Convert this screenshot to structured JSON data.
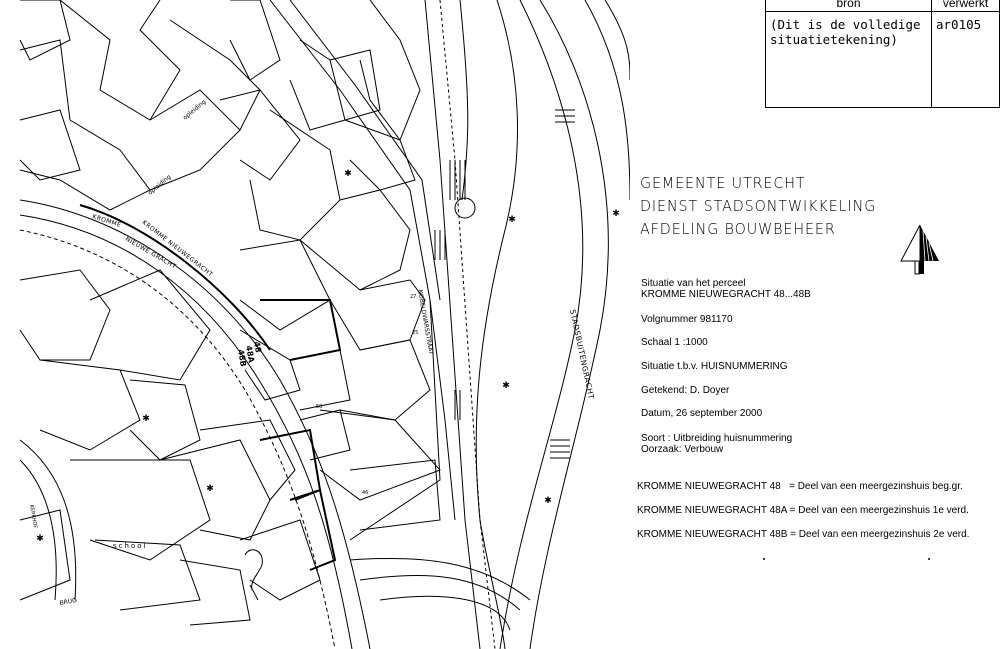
{
  "header_table": {
    "col_source": "bron",
    "col_processed": "verwerkt",
    "source_text_line1": "(Dit is de volledige",
    "source_text_line2": "situatietekening)",
    "processed_value": "ar0105"
  },
  "title_block": {
    "line1": "GEMEENTE  UTRECHT",
    "line2": "DIENST STADSONTWIKKELING",
    "line3": "AFDELING BOUWBEHEER"
  },
  "details": {
    "situation_label": "Situatie van het perceel",
    "parcel": "KROMME NIEUWEGRACHT 48...48B",
    "sequence_number": "Volgnummer 981170",
    "scale": "Schaal 1 :1000",
    "purpose": "Situatie t.b.v. HUISNUMMERING",
    "drawn_by": "Getekend: D. Doyer",
    "date": "Datum, 26 september 2000",
    "type": "Soort : Uitbreiding huisnummering",
    "cause": "Oorzaak: Verbouw"
  },
  "house_numbers": [
    {
      "address": "KROMME NIEUWEGRACHT 48",
      "description": "= Deel van een meergezinshuis beg.gr."
    },
    {
      "address": "KROMME NIEUWEGRACHT 48A",
      "description": "= Deel van een meergezinshuis 1e verd."
    },
    {
      "address": "KROMME NIEUWEGRACHT 48B",
      "description": "= Deel van een meergezinshuis 2e verd."
    }
  ],
  "map_labels": {
    "canal_street": "KROMME NIEUWEGRACHT",
    "canal_street_split_1": "KROMME",
    "canal_street_split_2": "NIEUWE GRACHT",
    "side_street": "NOBELDWARSSTRAAT",
    "outer_canal": "STADSBUITENGRACHT",
    "school": "school",
    "building_48": "48",
    "building_48a": "48A",
    "building_48b": "48B",
    "opleiding_1": "opleiding",
    "opleiding_2": "opleiding",
    "kerkhof": "KERKHOF",
    "brug": "BRUG",
    "nr_50": "50",
    "nr_46": "46",
    "nr_27": "27",
    "nr_25": "25"
  },
  "colors": {
    "ink": "#000000",
    "paper": "#ffffff"
  },
  "icons": {
    "north_arrow": "north-arrow-icon"
  }
}
